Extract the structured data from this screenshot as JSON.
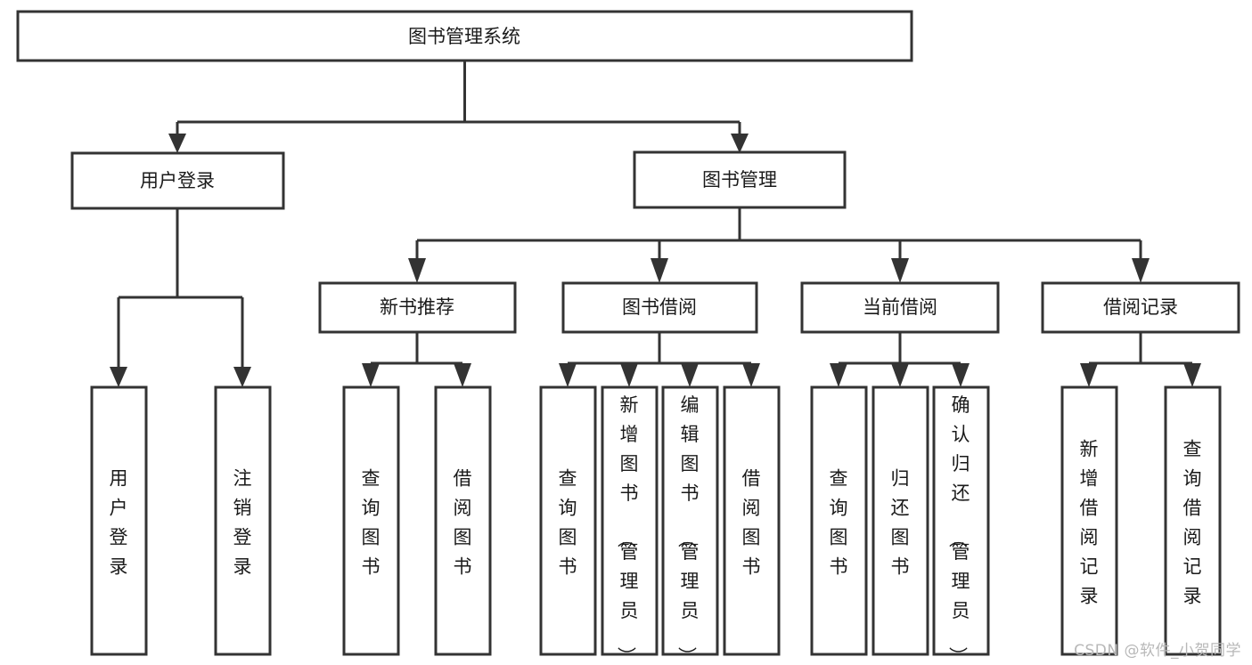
{
  "diagram": {
    "type": "tree",
    "orientation": "top-down",
    "title": "图书管理系统",
    "watermark": "CSDN @软件_小贺同学",
    "colors": {
      "background": "#ffffff",
      "box_fill": "#ffffff",
      "box_stroke": "#333333",
      "connector": "#333333",
      "text": "#1a1a1a",
      "watermark": "#b8b8b8"
    },
    "root": {
      "id": "root",
      "label": "图书管理系统"
    },
    "level2": [
      {
        "id": "user-login",
        "label": "用户登录"
      },
      {
        "id": "book-manage",
        "label": "图书管理"
      }
    ],
    "level3": [
      {
        "id": "new-book-rec",
        "label": "新书推荐",
        "parent": "book-manage"
      },
      {
        "id": "book-borrow",
        "label": "图书借阅",
        "parent": "book-manage"
      },
      {
        "id": "current-borrow",
        "label": "当前借阅",
        "parent": "book-manage"
      },
      {
        "id": "borrow-record",
        "label": "借阅记录",
        "parent": "book-manage"
      }
    ],
    "leaves": [
      {
        "id": "leaf-user-login",
        "label": "用户登录",
        "parent": "user-login"
      },
      {
        "id": "leaf-logout",
        "label": "注销登录",
        "parent": "user-login"
      },
      {
        "id": "leaf-query-book-1",
        "label": "查询图书",
        "parent": "new-book-rec"
      },
      {
        "id": "leaf-borrow-book-1",
        "label": "借阅图书",
        "parent": "new-book-rec"
      },
      {
        "id": "leaf-query-book-2",
        "label": "查询图书",
        "parent": "book-borrow"
      },
      {
        "id": "leaf-add-book",
        "label": "新增图书（管理员）",
        "parent": "book-borrow"
      },
      {
        "id": "leaf-edit-book",
        "label": "编辑图书（管理员）",
        "parent": "book-borrow"
      },
      {
        "id": "leaf-borrow-book-2",
        "label": "借阅图书",
        "parent": "book-borrow"
      },
      {
        "id": "leaf-query-book-3",
        "label": "查询图书",
        "parent": "current-borrow"
      },
      {
        "id": "leaf-return-book",
        "label": "归还图书",
        "parent": "current-borrow"
      },
      {
        "id": "leaf-confirm-return",
        "label": "确认归还（管理员）",
        "parent": "current-borrow"
      },
      {
        "id": "leaf-add-record",
        "label": "新增借阅记录",
        "parent": "borrow-record"
      },
      {
        "id": "leaf-query-record",
        "label": "查询借阅记录",
        "parent": "borrow-record"
      }
    ]
  }
}
